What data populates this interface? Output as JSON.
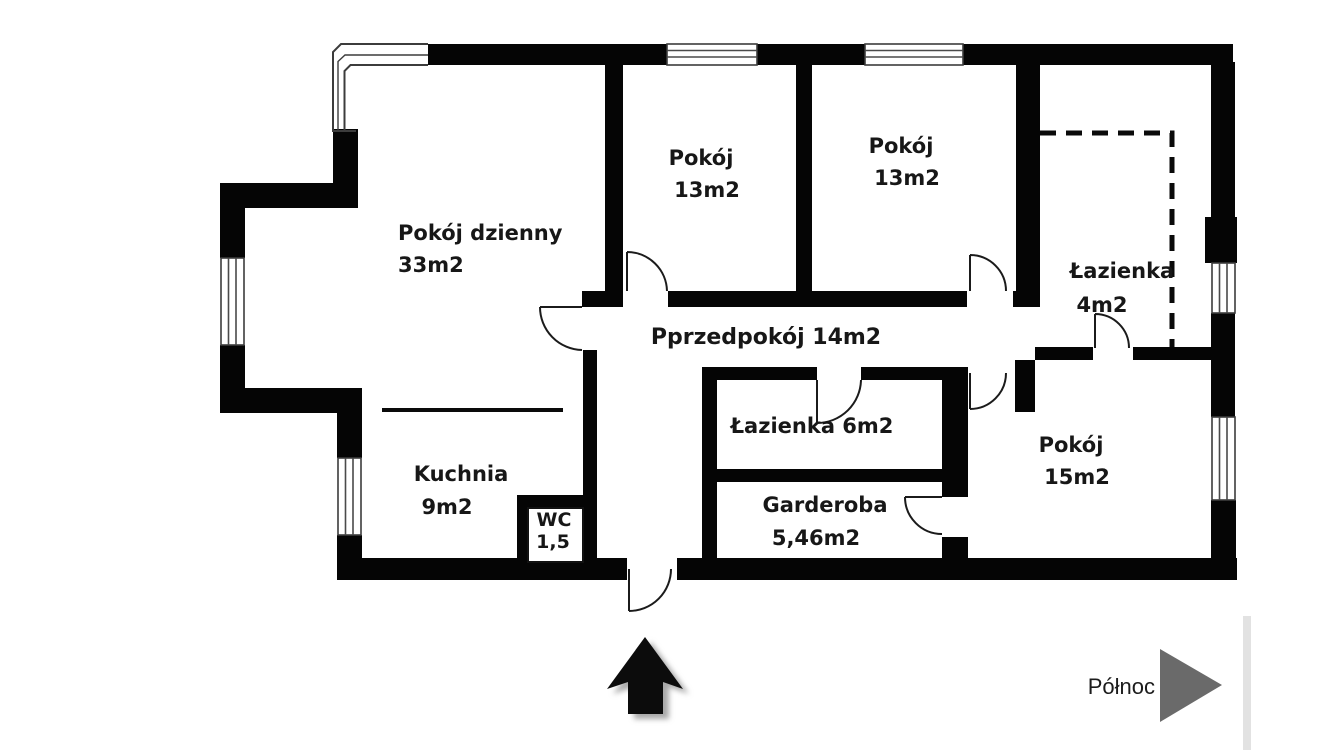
{
  "plan": {
    "rooms": {
      "living": {
        "name": "Pokój dzienny",
        "area": "33m2"
      },
      "room1": {
        "name": "Pokój",
        "area": "13m2"
      },
      "room2": {
        "name": "Pokój",
        "area": "13m2"
      },
      "bathroom_small": {
        "name": "Łazienka",
        "area": "4m2"
      },
      "hallway": {
        "label": "Pprzedpokój 14m2"
      },
      "bathroom": {
        "label": "Łazienka 6m2"
      },
      "kitchen": {
        "name": "Kuchnia",
        "area": "9m2"
      },
      "wc": {
        "name": "WC",
        "area": "1,5"
      },
      "wardrobe": {
        "name": "Garderoba",
        "area": "5,46m2"
      },
      "room3": {
        "name": "Pokój",
        "area": "15m2"
      }
    },
    "compass": {
      "label": "Północ"
    },
    "icons": {
      "entrance_arrow": "up-arrow",
      "north_pointer": "right-triangle"
    },
    "colors": {
      "wall": "#050505",
      "north_triangle": "#6a6a6a",
      "background": "#ffffff"
    }
  }
}
